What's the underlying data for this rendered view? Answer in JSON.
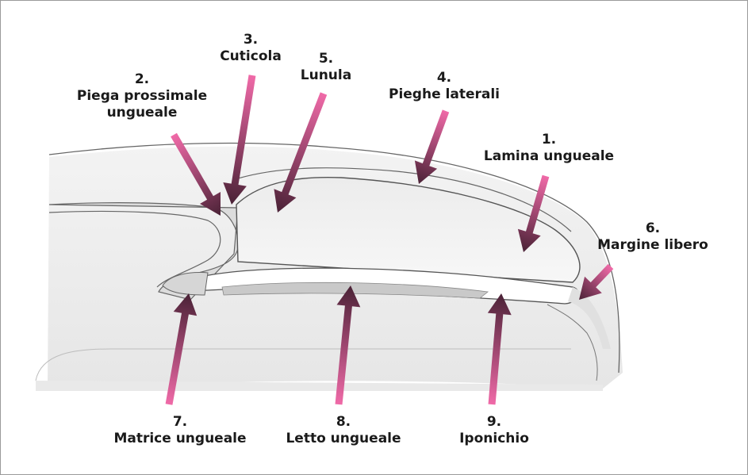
{
  "colors": {
    "arrow_tip": "#4a2236",
    "arrow_tail": "#f06aa8",
    "outline": "#555555",
    "fill_light": "#f1f1f1",
    "fill_mid": "#e2e2e2",
    "fill_dark": "#cfcfcf"
  },
  "labels": [
    {
      "id": "lamina",
      "num": "1.",
      "text": "Lamina ungueale"
    },
    {
      "id": "piega",
      "num": "2.",
      "text": "Piega prossimale\nungueale"
    },
    {
      "id": "cuticola",
      "num": "3.",
      "text": "Cuticola"
    },
    {
      "id": "pieghe",
      "num": "4.",
      "text": "Pieghe laterali"
    },
    {
      "id": "lunula",
      "num": "5.",
      "text": "Lunula"
    },
    {
      "id": "margine",
      "num": "6.",
      "text": "Margine libero"
    },
    {
      "id": "matrice",
      "num": "7.",
      "text": "Matrice ungueale"
    },
    {
      "id": "letto",
      "num": "8.",
      "text": "Letto ungueale"
    },
    {
      "id": "iponichio",
      "num": "9.",
      "text": "Iponichio"
    }
  ]
}
